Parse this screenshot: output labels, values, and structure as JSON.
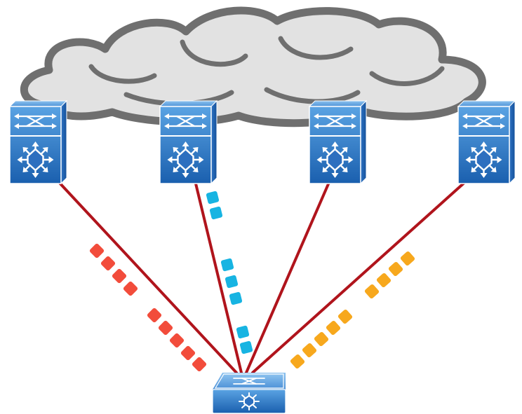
{
  "diagram": {
    "colors": {
      "cloud_fill": "#e2e2e2",
      "cloud_outline": "#6f6f6f",
      "link": "#b0141c",
      "switch_blue_light": "#5aa3e3",
      "switch_blue_dark": "#1a5fae",
      "flow_red": "#f24c3b",
      "flow_cyan": "#17b4e2",
      "flow_orange": "#f7a81d"
    },
    "nodes": [
      {
        "id": "spine-1",
        "icon": "nexus-switch-icon"
      },
      {
        "id": "spine-2",
        "icon": "nexus-switch-icon"
      },
      {
        "id": "spine-3",
        "icon": "nexus-switch-icon"
      },
      {
        "id": "spine-4",
        "icon": "nexus-switch-icon"
      },
      {
        "id": "leaf",
        "icon": "layer3-switch-icon"
      }
    ],
    "links": [
      {
        "from": "spine-1",
        "to": "leaf"
      },
      {
        "from": "spine-2",
        "to": "leaf"
      },
      {
        "from": "spine-3",
        "to": "leaf"
      },
      {
        "from": "spine-4",
        "to": "leaf"
      }
    ],
    "flows": [
      {
        "link": "spine-1",
        "color": "flow_red",
        "groups": [
          4,
          5
        ]
      },
      {
        "link": "spine-2",
        "color": "flow_cyan",
        "groups": [
          2,
          3,
          2
        ]
      },
      {
        "link": "spine-4",
        "color": "flow_orange",
        "groups": [
          5,
          4
        ]
      }
    ]
  }
}
